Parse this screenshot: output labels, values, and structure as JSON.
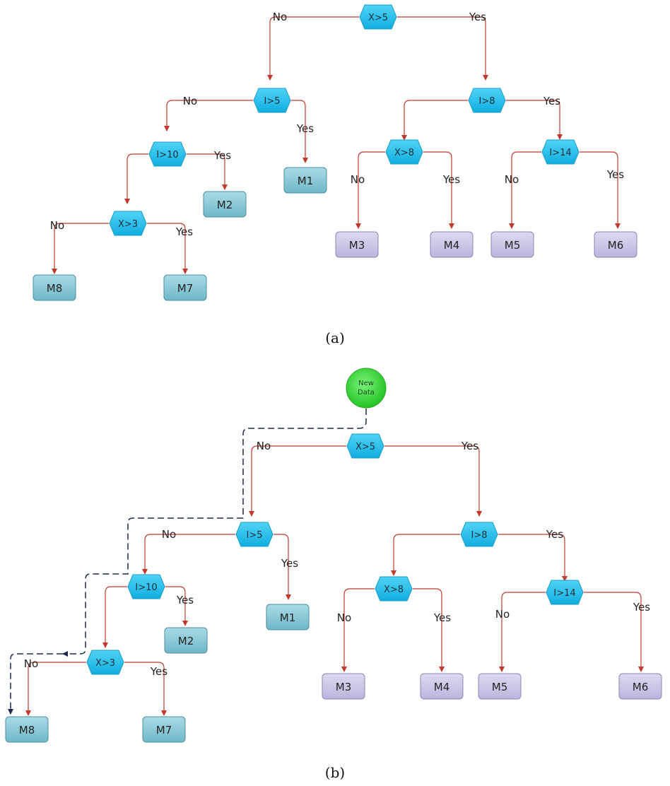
{
  "start_node": {
    "line1": "New",
    "line2": "Data"
  },
  "edge_labels": {
    "no": "No",
    "yes": "Yes"
  },
  "conditions": {
    "x_gt_5": "X>5",
    "i_gt_5": "I>5",
    "i_gt_8": "I>8",
    "i_gt_10": "I>10",
    "x_gt_3": "X>3",
    "x_gt_8": "X>8",
    "i_gt_14": "I>14"
  },
  "leaves": {
    "m1": "M1",
    "m2": "M2",
    "m3": "M3",
    "m4": "M4",
    "m5": "M5",
    "m6": "M6",
    "m7": "M7",
    "m8": "M8"
  },
  "captions": {
    "a": "(a)",
    "b": "(b)"
  },
  "colors": {
    "decision": "#22c0ec",
    "leaf_blue": "#8ec9d6",
    "leaf_purple": "#cdc6e6",
    "start": "#3ddc3d",
    "edge": "#c0392b",
    "path": "#1b2a4a"
  }
}
